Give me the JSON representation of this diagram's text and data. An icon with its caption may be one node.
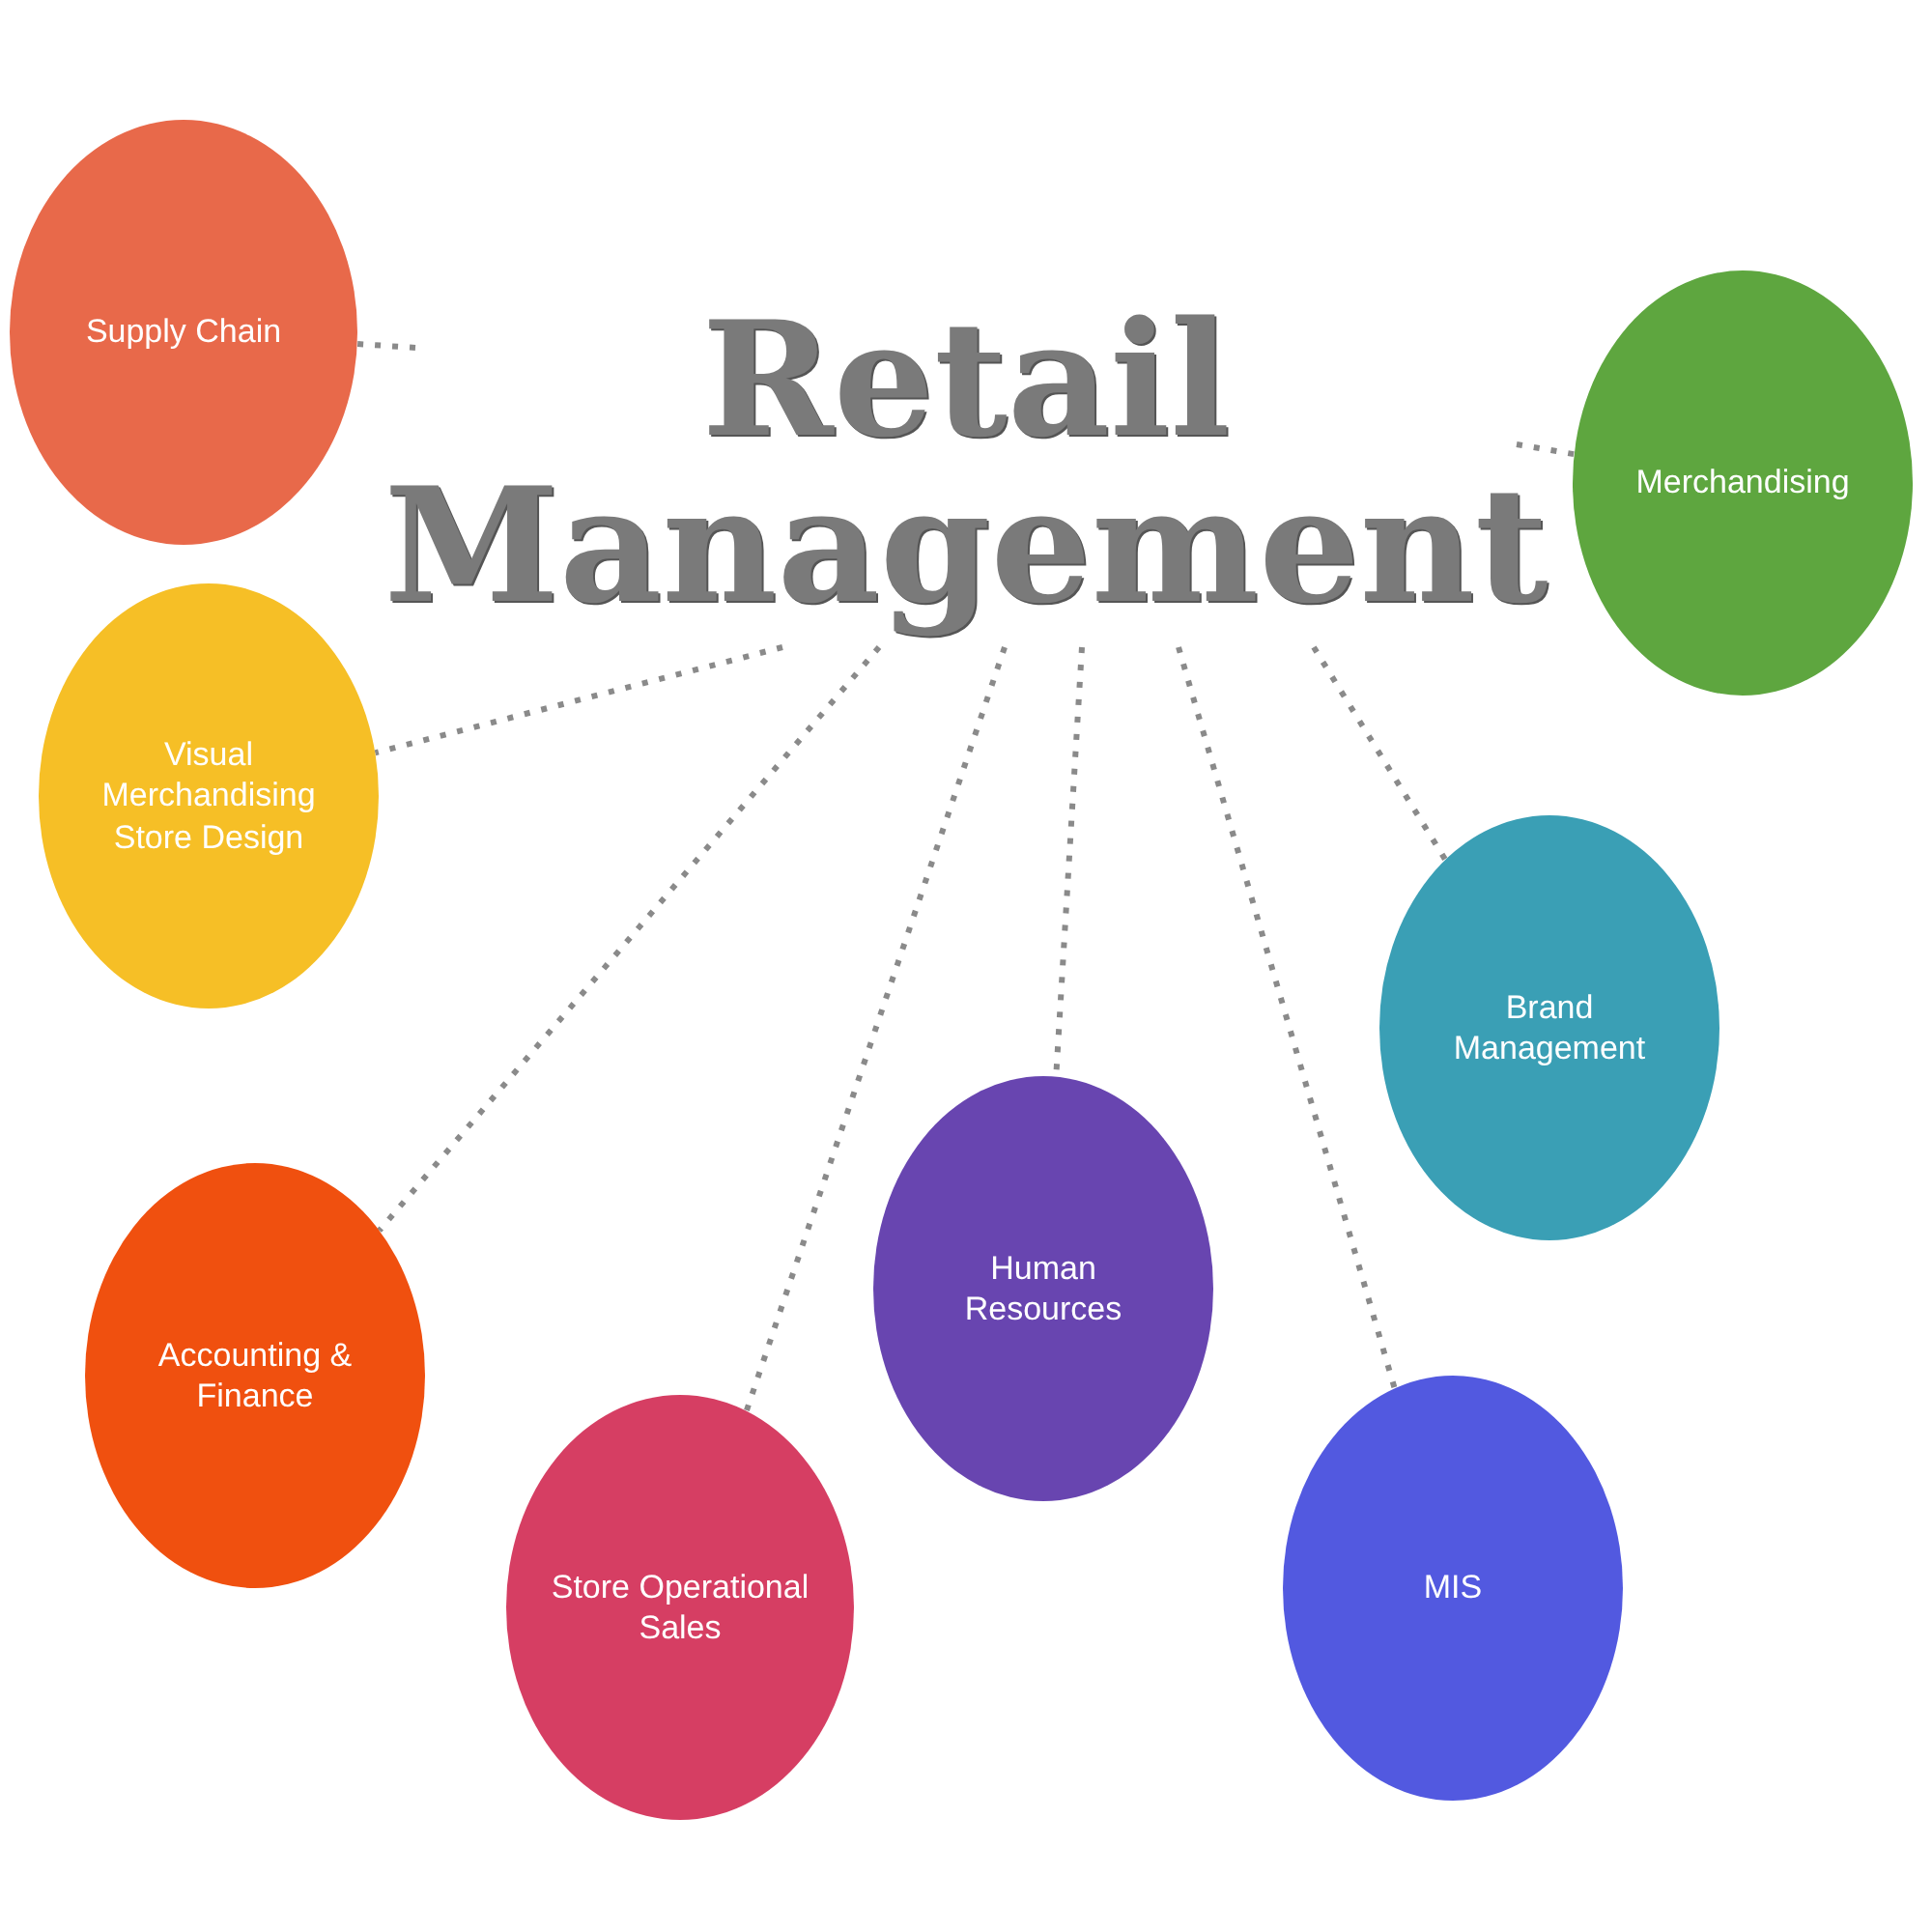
{
  "diagram": {
    "nodes": [
      {
        "text": [
          "Retail Management"
        ]
      },
      {
        "text": [
          "Supply Chain"
        ]
      },
      {
        "text": [
          "Merchandising"
        ]
      },
      {
        "text": [
          "Visual Merchandising Store Design"
        ]
      },
      {
        "text": [
          "Brand Management"
        ]
      },
      {
        "text": [
          "Accounting & Finance"
        ]
      },
      {
        "text": [
          "Human Resources"
        ]
      },
      {
        "text": [
          "Store Operational Sales"
        ]
      },
      {
        "text": [
          "MIS"
        ]
      }
    ],
    "edges": [
      {
        "from": 0,
        "to": 1,
        "arrow": "none",
        "style": "dashed"
      },
      {
        "from": 0,
        "to": 2,
        "arrow": "none",
        "style": "dashed"
      },
      {
        "from": 0,
        "to": 3,
        "arrow": "none",
        "style": "dashed"
      },
      {
        "from": 0,
        "to": 4,
        "arrow": "none",
        "style": "dashed"
      },
      {
        "from": 0,
        "to": 5,
        "arrow": "none",
        "style": "dashed"
      },
      {
        "from": 0,
        "to": 6,
        "arrow": "none",
        "style": "dashed"
      },
      {
        "from": 0,
        "to": 7,
        "arrow": "none",
        "style": "dashed"
      },
      {
        "from": 0,
        "to": 8,
        "arrow": "none",
        "style": "dashed"
      }
    ]
  }
}
